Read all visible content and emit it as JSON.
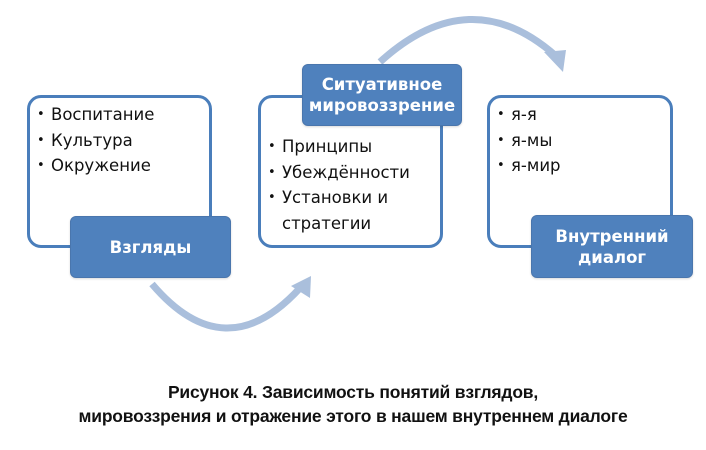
{
  "diagram": {
    "colors": {
      "accent": "#4f81bd",
      "border": "#4a7ebb",
      "arrow": "#aabfdc"
    },
    "blocks": [
      {
        "title": "Взгляды",
        "items": [
          "Воспитание",
          "Культура",
          "Окружение"
        ]
      },
      {
        "title": "Ситуативное мировоззрение",
        "items": [
          "Принципы",
          "Убеждённости",
          "Установки и стратегии"
        ]
      },
      {
        "title": "Внутренний диалог",
        "items": [
          "я-я",
          "я-мы",
          "я-мир"
        ]
      }
    ],
    "bullet": "•"
  },
  "caption": {
    "line1": "Рисунок 4. Зависимость понятий взглядов,",
    "line2": "мировоззрения и отражение этого в нашем внутреннем диалоге"
  }
}
